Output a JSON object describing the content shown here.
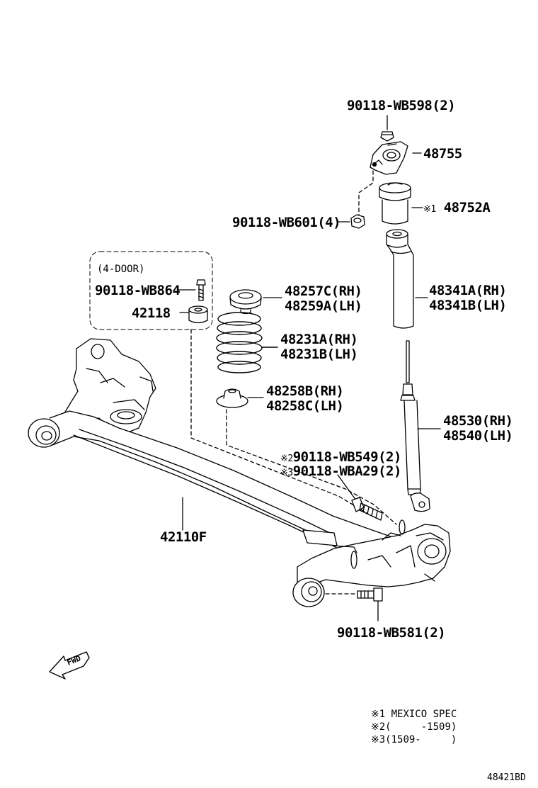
{
  "parts": {
    "nut_top": "90118-WB598(2)",
    "support": "48755",
    "boot_mark": "※1",
    "boot": "48752A",
    "nut_side": "90118-WB601(4)",
    "four_door": "(4-DOOR)",
    "bolt_4door": "90118-WB864",
    "bushing_4door": "42118",
    "seat_upper_rh": "48257C(RH)",
    "seat_upper_lh": "48259A(LH)",
    "bumper_rh": "48341A(RH)",
    "bumper_lh": "48341B(LH)",
    "spring_rh": "48231A(RH)",
    "spring_lh": "48231B(LH)",
    "seat_lower_rh": "48258B(RH)",
    "seat_lower_lh": "48258C(LH)",
    "absorber_rh": "48530(RH)",
    "absorber_lh": "48540(LH)",
    "bolt_a_mark": "※2",
    "bolt_a": "90118-WB549(2)",
    "bolt_b_mark": "※3",
    "bolt_b": "90118-WBA29(2)",
    "beam": "42110F",
    "bolt_bottom": "90118-WB581(2)"
  },
  "fwd": "FWD",
  "notes": [
    "※1 MEXICO SPEC",
    "※2(     -1509)",
    "※3(1509-     )"
  ],
  "figure_id": "48421BD"
}
